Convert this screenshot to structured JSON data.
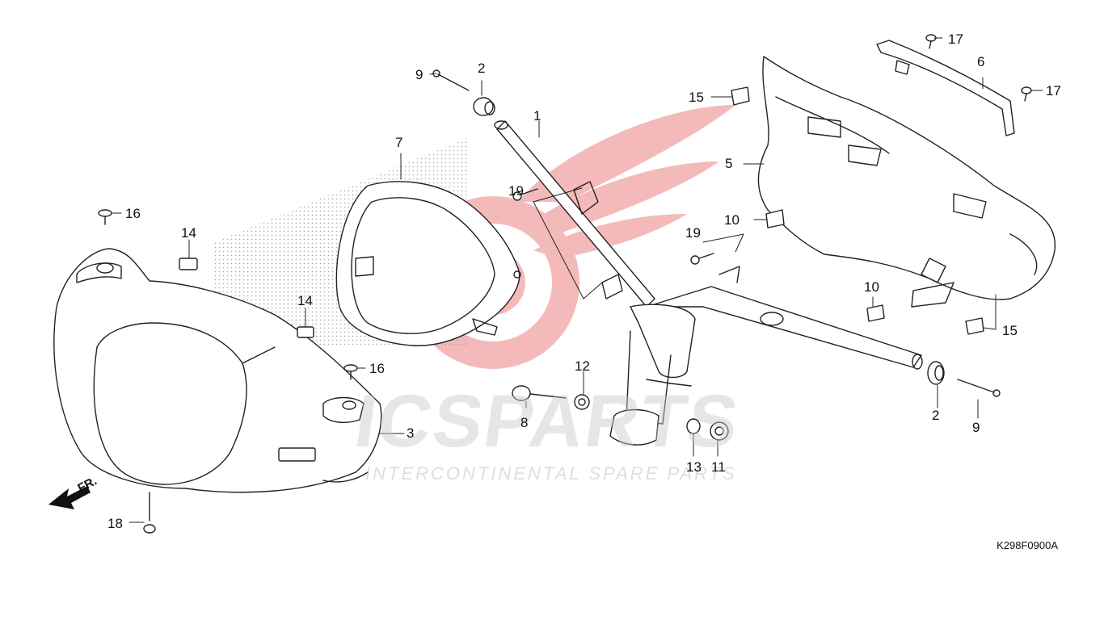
{
  "diagram": {
    "drawing_code": "K298F0900A",
    "direction_label": "FR.",
    "watermark": {
      "brand": "ICSPARTS",
      "tagline": "INTERCONTINENTAL SPARE PARTS",
      "emblem_color": "#e23b3b"
    },
    "line_color": "#222222",
    "callouts": [
      {
        "id": "c1",
        "label": "1"
      },
      {
        "id": "c2a",
        "label": "2"
      },
      {
        "id": "c2b",
        "label": "2"
      },
      {
        "id": "c3",
        "label": "3"
      },
      {
        "id": "c5",
        "label": "5"
      },
      {
        "id": "c6",
        "label": "6"
      },
      {
        "id": "c7",
        "label": "7"
      },
      {
        "id": "c8",
        "label": "8"
      },
      {
        "id": "c9a",
        "label": "9"
      },
      {
        "id": "c9b",
        "label": "9"
      },
      {
        "id": "c10a",
        "label": "10"
      },
      {
        "id": "c10b",
        "label": "10"
      },
      {
        "id": "c11",
        "label": "11"
      },
      {
        "id": "c12",
        "label": "12"
      },
      {
        "id": "c13",
        "label": "13"
      },
      {
        "id": "c14a",
        "label": "14"
      },
      {
        "id": "c14b",
        "label": "14"
      },
      {
        "id": "c15a",
        "label": "15"
      },
      {
        "id": "c15b",
        "label": "15"
      },
      {
        "id": "c16a",
        "label": "16"
      },
      {
        "id": "c16b",
        "label": "16"
      },
      {
        "id": "c17a",
        "label": "17"
      },
      {
        "id": "c17b",
        "label": "17"
      },
      {
        "id": "c18",
        "label": "18"
      },
      {
        "id": "c19a",
        "label": "19"
      },
      {
        "id": "c19b",
        "label": "19"
      }
    ]
  }
}
